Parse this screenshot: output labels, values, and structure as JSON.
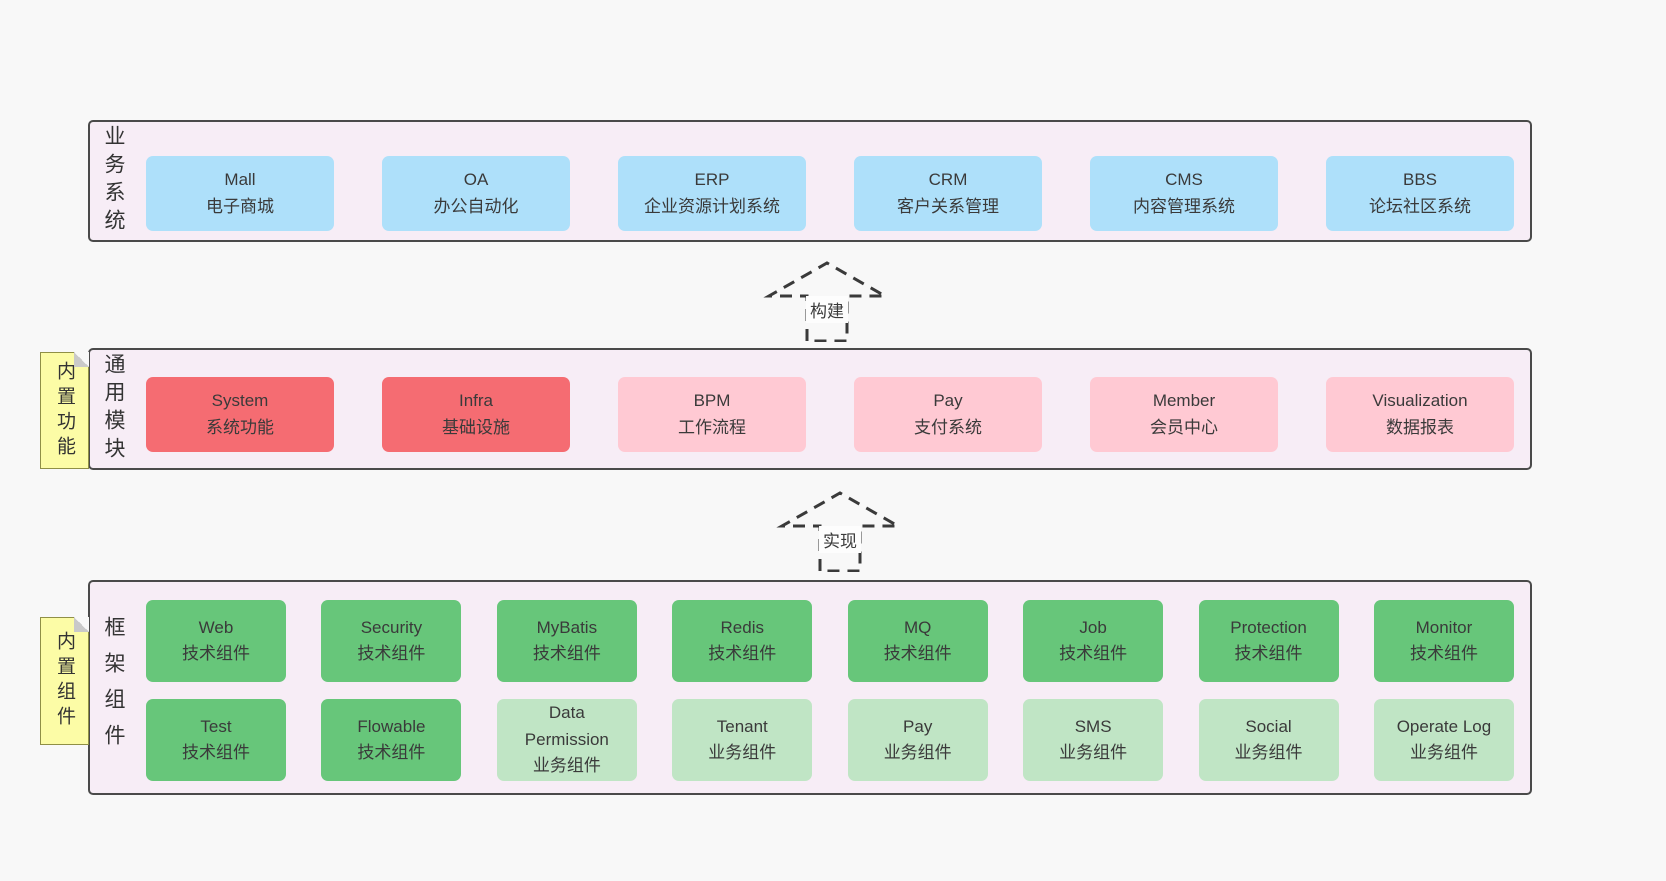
{
  "palette": {
    "page_background": "#f8f8f8",
    "layer_background": "#f7edf6",
    "layer_border": "#4a4a4a",
    "business_box": "#aee0fa",
    "core_module_box": "#f56c72",
    "optional_module_box": "#ffc9d3",
    "tech_component_box": "#67c67a",
    "business_component_box": "#c0e5c5",
    "sticky_note": "#fcfca6",
    "arrow_stroke": "#3a3a3a"
  },
  "arrows": [
    {
      "label": "构建"
    },
    {
      "label": "实现"
    }
  ],
  "layers": [
    {
      "id": "business-systems",
      "label": "业务系统",
      "boxes": [
        {
          "name": "Mall",
          "subtitle": "电子商城",
          "type": "blue"
        },
        {
          "name": "OA",
          "subtitle": "办公自动化",
          "type": "blue"
        },
        {
          "name": "ERP",
          "subtitle": "企业资源计划系统",
          "type": "blue"
        },
        {
          "name": "CRM",
          "subtitle": "客户关系管理",
          "type": "blue"
        },
        {
          "name": "CMS",
          "subtitle": "内容管理系统",
          "type": "blue"
        },
        {
          "name": "BBS",
          "subtitle": "论坛社区系统",
          "type": "blue"
        }
      ]
    },
    {
      "id": "common-modules",
      "label": "通用模块",
      "note": "内置功能",
      "boxes": [
        {
          "name": "System",
          "subtitle": "系统功能",
          "type": "red"
        },
        {
          "name": "Infra",
          "subtitle": "基础设施",
          "type": "red"
        },
        {
          "name": "BPM",
          "subtitle": "工作流程",
          "type": "pink"
        },
        {
          "name": "Pay",
          "subtitle": "支付系统",
          "type": "pink"
        },
        {
          "name": "Member",
          "subtitle": "会员中心",
          "type": "pink"
        },
        {
          "name": "Visualization",
          "subtitle": "数据报表",
          "type": "pink"
        }
      ]
    },
    {
      "id": "framework-components",
      "label": "框架组件",
      "note": "内置组件",
      "rows": [
        [
          {
            "name": "Web",
            "subtitle": "技术组件",
            "type": "green"
          },
          {
            "name": "Security",
            "subtitle": "技术组件",
            "type": "green"
          },
          {
            "name": "MyBatis",
            "subtitle": "技术组件",
            "type": "green"
          },
          {
            "name": "Redis",
            "subtitle": "技术组件",
            "type": "green"
          },
          {
            "name": "MQ",
            "subtitle": "技术组件",
            "type": "green"
          },
          {
            "name": "Job",
            "subtitle": "技术组件",
            "type": "green"
          },
          {
            "name": "Protection",
            "subtitle": "技术组件",
            "type": "green"
          },
          {
            "name": "Monitor",
            "subtitle": "技术组件",
            "type": "green"
          }
        ],
        [
          {
            "name": "Test",
            "subtitle": "技术组件",
            "type": "green"
          },
          {
            "name": "Flowable",
            "subtitle": "技术组件",
            "type": "green"
          },
          {
            "name": "Data Permission",
            "subtitle": "业务组件",
            "type": "lightgreen"
          },
          {
            "name": "Tenant",
            "subtitle": "业务组件",
            "type": "lightgreen"
          },
          {
            "name": "Pay",
            "subtitle": "业务组件",
            "type": "lightgreen"
          },
          {
            "name": "SMS",
            "subtitle": "业务组件",
            "type": "lightgreen"
          },
          {
            "name": "Social",
            "subtitle": "业务组件",
            "type": "lightgreen"
          },
          {
            "name": "Operate Log",
            "subtitle": "业务组件",
            "type": "lightgreen"
          }
        ]
      ]
    }
  ]
}
